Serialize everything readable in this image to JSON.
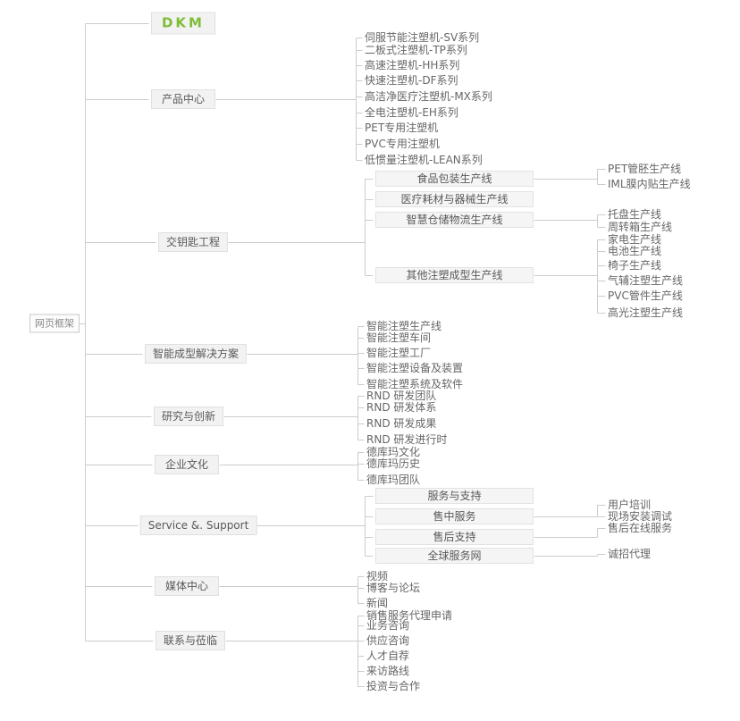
{
  "colors": {
    "logo_green": "#7ebe36",
    "line_gray": "#cccccc"
  },
  "diagram": {
    "root": {
      "id": "site-root",
      "label": "网页框架"
    },
    "branches": [
      {
        "id": "brand-logo",
        "label": "DKM",
        "variant": "logo",
        "children": []
      },
      {
        "id": "product-center",
        "label": "产品中心",
        "children": [
          {
            "id": "sv-series",
            "label": "伺服节能注塑机-SV系列"
          },
          {
            "id": "tp-series",
            "label": "二板式注塑机-TP系列"
          },
          {
            "id": "hh-series",
            "label": "高速注塑机-HH系列"
          },
          {
            "id": "df-series",
            "label": "快速注塑机-DF系列"
          },
          {
            "id": "mx-series",
            "label": "高洁净医疗注塑机-MX系列"
          },
          {
            "id": "eh-series",
            "label": "全电注塑机-EH系列"
          },
          {
            "id": "pet-machine",
            "label": "PET专用注塑机"
          },
          {
            "id": "pvc-machine",
            "label": "PVC专用注塑机"
          },
          {
            "id": "lean-series",
            "label": "低惯量注塑机-LEAN系列"
          }
        ]
      },
      {
        "id": "turnkey",
        "label": "交钥匙工程",
        "children": [
          {
            "id": "food-packaging",
            "label": "食品包装生产线",
            "variant": "box",
            "children": [
              {
                "id": "pet-preform",
                "label": "PET管胚生产线"
              },
              {
                "id": "iml",
                "label": "IML膜内贴生产线"
              }
            ]
          },
          {
            "id": "medical",
            "label": "医疗耗材与器械生产线",
            "variant": "box",
            "children": []
          },
          {
            "id": "warehouse",
            "label": "智慧仓储物流生产线",
            "variant": "box",
            "children": [
              {
                "id": "pallet",
                "label": "托盘生产线"
              },
              {
                "id": "crate",
                "label": "周转箱生产线"
              }
            ]
          },
          {
            "id": "other-molding",
            "label": "其他注塑成型生产线",
            "variant": "box",
            "children": [
              {
                "id": "appliance",
                "label": "家电生产线"
              },
              {
                "id": "battery",
                "label": "电池生产线"
              },
              {
                "id": "chair",
                "label": "椅子生产线"
              },
              {
                "id": "gas-assist",
                "label": "气辅注塑生产线"
              },
              {
                "id": "pvc-fitting",
                "label": "PVC管件生产线"
              },
              {
                "id": "high-gloss",
                "label": "高光注塑生产线"
              }
            ]
          }
        ]
      },
      {
        "id": "smart-molding",
        "label": "智能成型解决方案",
        "children": [
          {
            "id": "smart-line",
            "label": "智能注塑生产线"
          },
          {
            "id": "smart-workshop",
            "label": "智能注塑车间"
          },
          {
            "id": "smart-factory",
            "label": "智能注塑工厂"
          },
          {
            "id": "smart-equipment",
            "label": "智能注塑设备及装置"
          },
          {
            "id": "smart-software",
            "label": "智能注塑系统及软件"
          }
        ]
      },
      {
        "id": "research",
        "label": "研究与创新",
        "children": [
          {
            "id": "rnd-team",
            "label": "RND 研发团队"
          },
          {
            "id": "rnd-system",
            "label": "RND 研发体系"
          },
          {
            "id": "rnd-results",
            "label": "RND 研发成果"
          },
          {
            "id": "rnd-ongoing",
            "label": "RND 研发进行时"
          }
        ]
      },
      {
        "id": "culture",
        "label": "企业文化",
        "children": [
          {
            "id": "culture-dkm",
            "label": "德库玛文化"
          },
          {
            "id": "culture-history",
            "label": "德库玛历史"
          },
          {
            "id": "culture-team",
            "label": "德库玛团队"
          }
        ]
      },
      {
        "id": "service-support",
        "label": "Service &. Support",
        "children": [
          {
            "id": "service-overview",
            "label": "服务与支持",
            "variant": "box",
            "children": []
          },
          {
            "id": "in-sale",
            "label": "售中服务",
            "variant": "box",
            "children": [
              {
                "id": "user-training",
                "label": "用户培训"
              },
              {
                "id": "installation",
                "label": "现场安装调试"
              }
            ]
          },
          {
            "id": "after-sale",
            "label": "售后支持",
            "variant": "box",
            "children": [
              {
                "id": "online-service",
                "label": "售后在线服务"
              }
            ]
          },
          {
            "id": "global-network",
            "label": "全球服务网",
            "variant": "box",
            "children": [
              {
                "id": "agents",
                "label": "诚招代理"
              }
            ]
          }
        ]
      },
      {
        "id": "media-center",
        "label": "媒体中心",
        "children": [
          {
            "id": "videos",
            "label": "视频"
          },
          {
            "id": "blog-forum",
            "label": "博客与论坛"
          },
          {
            "id": "news",
            "label": "新闻"
          }
        ]
      },
      {
        "id": "contact",
        "label": "联系与莅临",
        "children": [
          {
            "id": "agent-apply",
            "label": "销售服务代理申请"
          },
          {
            "id": "business-inquiry",
            "label": "业务咨询"
          },
          {
            "id": "supply-inquiry",
            "label": "供应咨询"
          },
          {
            "id": "talent",
            "label": "人才自荐"
          },
          {
            "id": "visit-route",
            "label": "来访路线"
          },
          {
            "id": "investment",
            "label": "投资与合作"
          }
        ]
      }
    ]
  }
}
